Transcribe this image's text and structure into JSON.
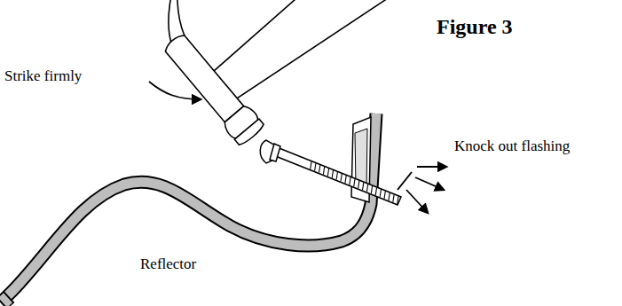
{
  "diagram": {
    "title": "Figure 3",
    "labels": [
      "Strike firmly",
      "Knock out flashing",
      "Reflector"
    ]
  }
}
